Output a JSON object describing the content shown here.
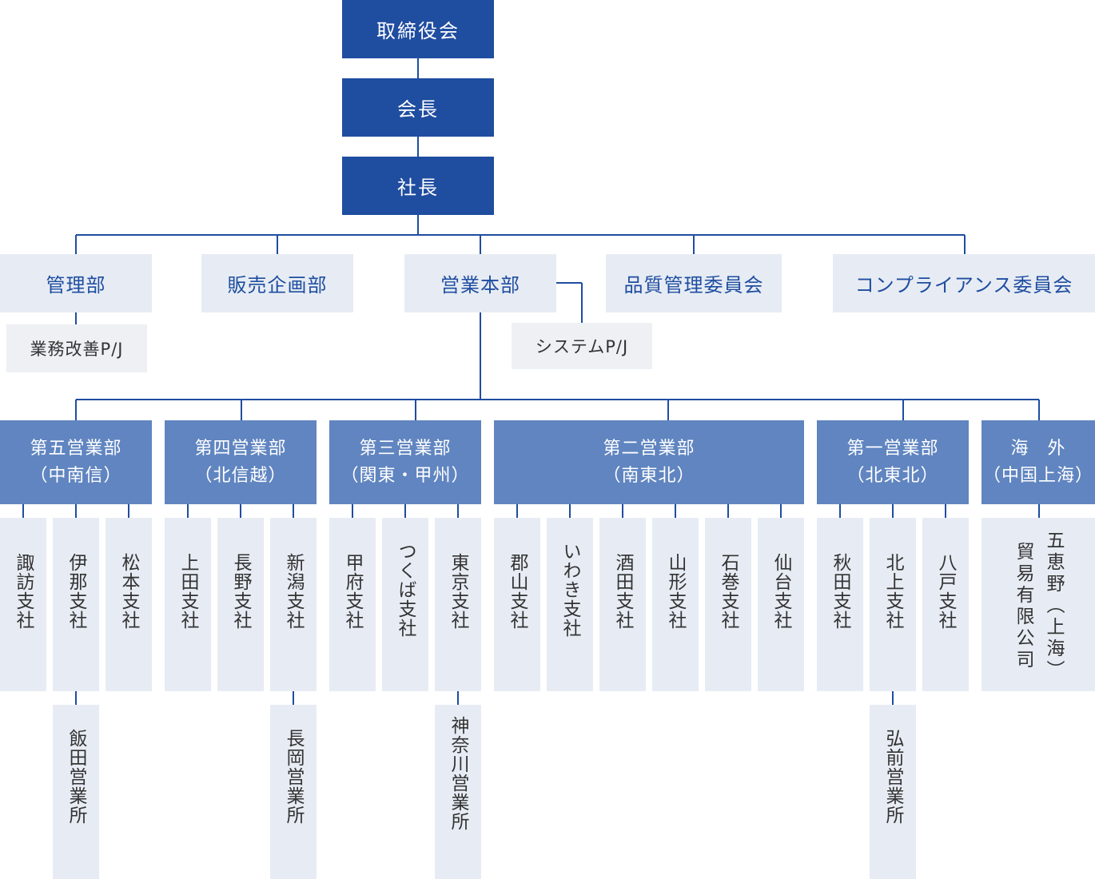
{
  "executive": {
    "board": "取締役会",
    "chairman": "会長",
    "president": "社長"
  },
  "departments": {
    "admin": "管理部",
    "sales_planning": "販売企画部",
    "sales_hq": "営業本部",
    "quality_committee": "品質管理委員会",
    "compliance_committee": "コンプライアンス委員会"
  },
  "projects": {
    "business_improvement": "業務改善P/J",
    "system": "システムP/J"
  },
  "areas": {
    "fifth": {
      "line1": "第五営業部",
      "line2": "（中南信）"
    },
    "fourth": {
      "line1": "第四営業部",
      "line2": "（北信越）"
    },
    "third": {
      "line1": "第三営業部",
      "line2": "（関東・甲州）"
    },
    "second": {
      "line1": "第二営業部",
      "line2": "（南東北）"
    },
    "first": {
      "line1": "第一営業部",
      "line2": "（北東北）"
    },
    "overseas": {
      "line1": "海　外",
      "line2": "（中国上海）"
    }
  },
  "branches": {
    "suwa": "諏訪支社",
    "ina": "伊那支社",
    "matsumoto": "松本支社",
    "iida": "飯田営業所",
    "ueda": "上田支社",
    "nagano": "長野支社",
    "niigata": "新潟支社",
    "nagaoka": "長岡営業所",
    "kofu": "甲府支社",
    "tsukuba": "つくば支社",
    "tokyo": "東京支社",
    "kanagawa": "神奈川営業所",
    "koriyama": "郡山支社",
    "iwaki": "いわき支社",
    "sakata": "酒田支社",
    "yamagata": "山形支社",
    "ishinomaki": "石巻支社",
    "sendai": "仙台支社",
    "akita": "秋田支社",
    "kitakami": "北上支社",
    "hachinohe": "八戸支社",
    "hirosaki": "弘前営業所",
    "shanghai_col_right": "五恵野（上海）",
    "shanghai_col_left": "貿易有限公司"
  }
}
